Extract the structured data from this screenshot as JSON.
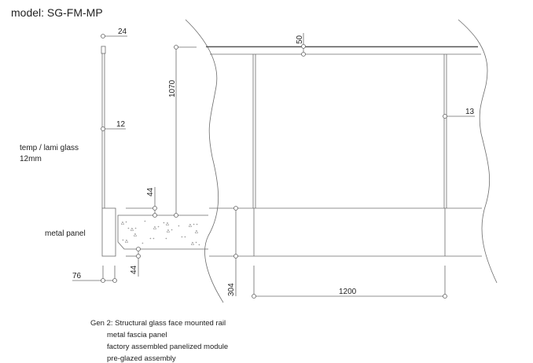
{
  "title": "model: SG-FM-MP",
  "dimensions": {
    "glass_top": "24",
    "glass_thickness": "12",
    "rail_height": "1070",
    "top_rail": "50",
    "post": "13",
    "slab_top": "44",
    "slab_bottom": "44",
    "panel_width": "76",
    "fascia_height": "304",
    "post_spacing": "1200"
  },
  "labels": {
    "glass_line1": "temp / lami glass",
    "glass_line2": "12mm",
    "metal_panel": "metal panel"
  },
  "notes": {
    "heading": "Gen 2: Structural glass face mounted rail",
    "items": [
      "metal fascia panel",
      "factory assembled panelized module",
      "pre-glazed assembly"
    ]
  }
}
